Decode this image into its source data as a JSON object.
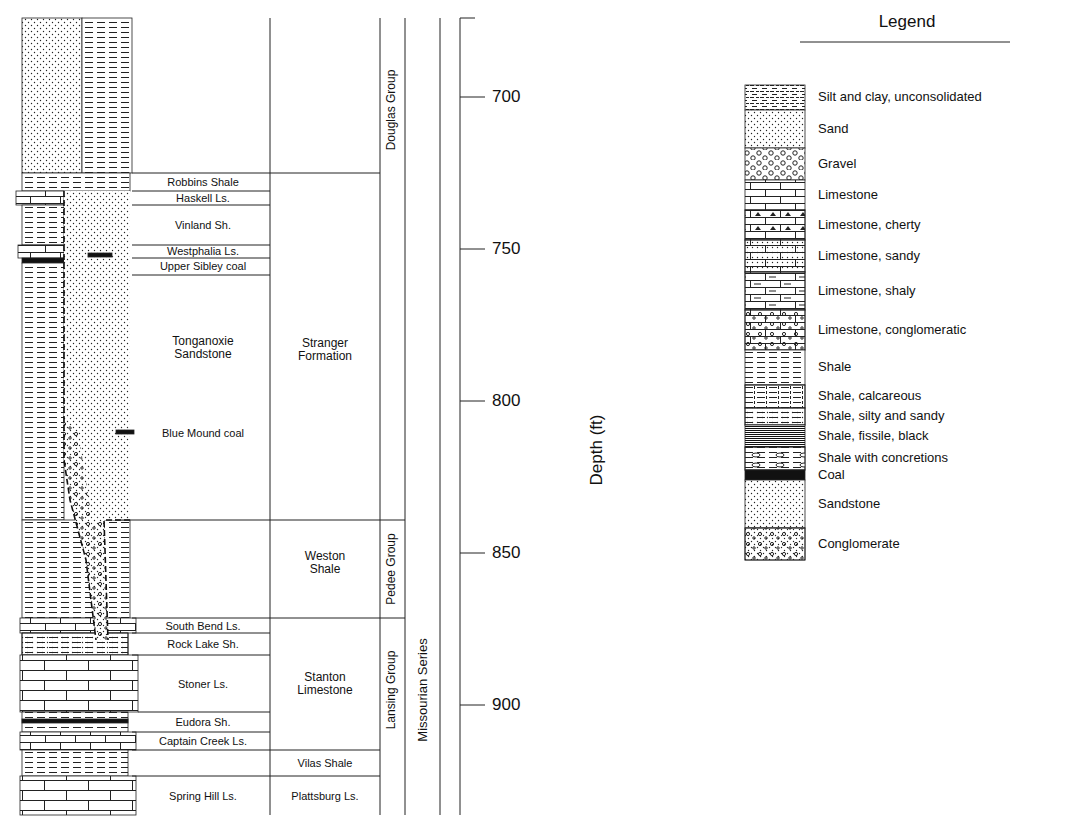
{
  "diagram": {
    "labels": [
      "Robbins Shale",
      "Haskell Ls.",
      "Vinland Sh.",
      "Westphalia Ls.",
      "Upper Sibley coal",
      "Tonganoxie Sandstone",
      "Blue Mound coal",
      "South Bend Ls.",
      "Rock Lake Sh.",
      "Stoner Ls.",
      "Eudora Sh.",
      "Captain Creek Ls.",
      "Spring Hill Ls.",
      "Stranger Formation",
      "Weston Shale",
      "Stanton Limestone",
      "Vilas Shale",
      "Plattsburg Ls.",
      "Douglas Group",
      "Pedee Group",
      "Lansing Group",
      "Missourian Series",
      "700",
      "750",
      "800",
      "850",
      "900",
      "Depth (ft)",
      "Legend"
    ],
    "legend": [
      {
        "text": "Silt and clay, unconsolidated"
      },
      {
        "text": "Sand"
      },
      {
        "text": "Gravel"
      },
      {
        "text": "Limestone"
      },
      {
        "text": "Limestone, cherty"
      },
      {
        "text": "Limestone, sandy"
      },
      {
        "text": "Limestone, shaly"
      },
      {
        "text": "Limestone, conglomeratic"
      },
      {
        "text": "Shale"
      },
      {
        "text": "Shale, calcareous"
      },
      {
        "text": "Shale, silty and sandy"
      },
      {
        "text": "Shale, fissile, black"
      },
      {
        "text": "Shale with concretions"
      },
      {
        "text": "Coal"
      },
      {
        "text": "Sandstone"
      },
      {
        "text": "Conglomerate"
      }
    ]
  }
}
